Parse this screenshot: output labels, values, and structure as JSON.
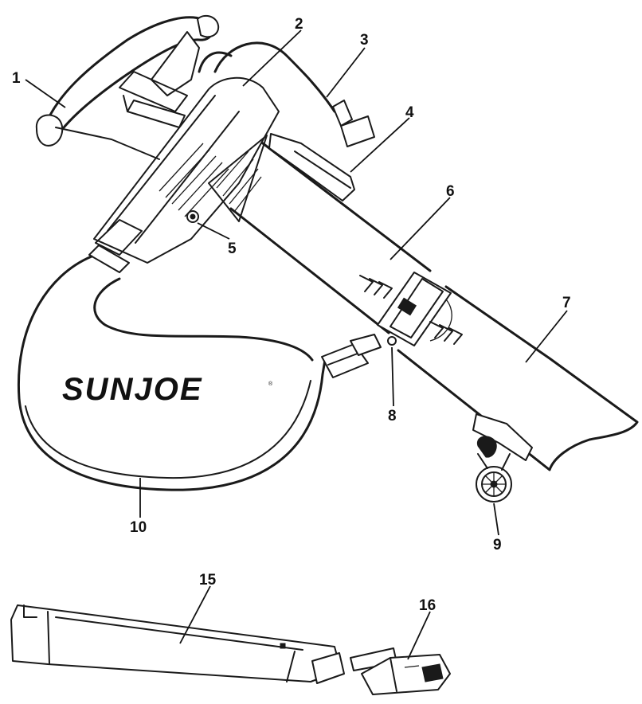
{
  "diagram": {
    "brand_logo": "SUNJOE",
    "registered_mark": "®",
    "callouts": [
      {
        "id": "c1",
        "label": "1"
      },
      {
        "id": "c2",
        "label": "2"
      },
      {
        "id": "c3",
        "label": "3"
      },
      {
        "id": "c4",
        "label": "4"
      },
      {
        "id": "c5",
        "label": "5"
      },
      {
        "id": "c6",
        "label": "6"
      },
      {
        "id": "c7",
        "label": "7"
      },
      {
        "id": "c8",
        "label": "8"
      },
      {
        "id": "c9",
        "label": "9"
      },
      {
        "id": "c10",
        "label": "10"
      },
      {
        "id": "c15",
        "label": "15"
      },
      {
        "id": "c16",
        "label": "16"
      }
    ]
  },
  "colors": {
    "line": "#1a1a1a",
    "background": "#ffffff"
  }
}
